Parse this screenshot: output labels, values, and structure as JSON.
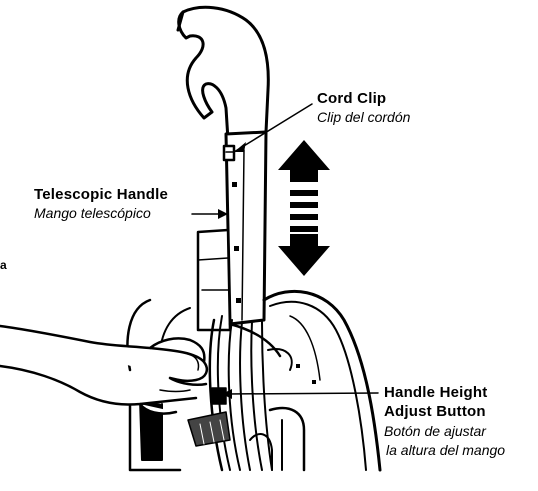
{
  "labels": {
    "cord_clip": {
      "en": "Cord Clip",
      "es": "Clip del cordón"
    },
    "telescopic_handle": {
      "en": "Telescopic Handle",
      "es": "Mango telescópico"
    },
    "handle_height_button": {
      "en_line1": "Handle Height",
      "en_line2": "Adjust Button",
      "es_line1": "Botón de ajustar",
      "es_line2": "la altura del mango"
    },
    "edge_fragment": "a"
  },
  "colors": {
    "ink": "#000000",
    "paper": "#ffffff"
  }
}
